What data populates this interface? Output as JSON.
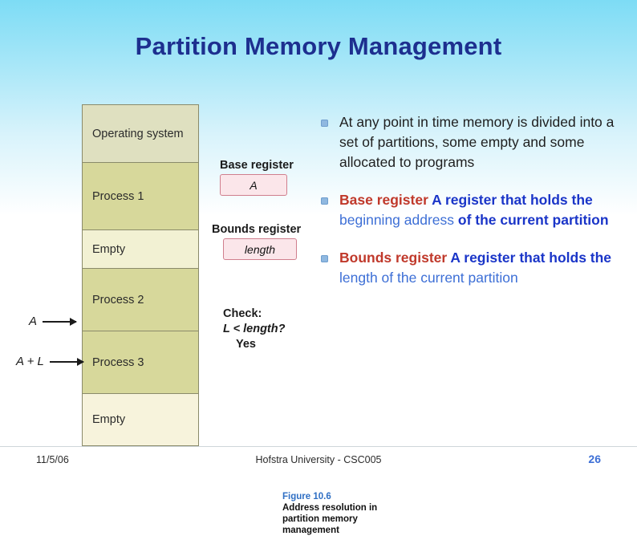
{
  "slide": {
    "title": "Partition Memory Management"
  },
  "figure": {
    "memory_blocks": [
      {
        "label": "Operating system",
        "color": "#dfe0c0",
        "height": 72
      },
      {
        "label": "Process 1",
        "color": "#d7d89b",
        "height": 84
      },
      {
        "label": "Empty",
        "color": "#f2f1d3",
        "height": 48
      },
      {
        "label": "Process 2",
        "color": "#d7d89b",
        "height": 78
      },
      {
        "label": "Process 3",
        "color": "#d7d89b",
        "height": 78
      },
      {
        "label": "Empty",
        "color": "#f7f3dc",
        "height": 64
      }
    ],
    "base_register": {
      "label": "Base register",
      "value": "A"
    },
    "bounds_register": {
      "label": "Bounds register",
      "value": "length"
    },
    "check": {
      "line1": "Check:",
      "line2": "L < length?",
      "line3": "Yes"
    },
    "pointers": [
      {
        "label": "A"
      },
      {
        "label": "A + L"
      }
    ],
    "caption": {
      "number": "Figure 10.6",
      "text": "Address resolution in partition memory management"
    }
  },
  "bullets": [
    {
      "segments": [
        {
          "text": "At any point in time memory is divided into a set of partitions, some empty and some allocated to programs",
          "style": "plain"
        }
      ]
    },
    {
      "segments": [
        {
          "text": "Base register",
          "style": "red"
        },
        {
          "text": "  A register that holds the ",
          "style": "blue"
        },
        {
          "text": "beginning address",
          "style": "light"
        },
        {
          "text": " of the current partition",
          "style": "blue"
        }
      ]
    },
    {
      "segments": [
        {
          "text": "Bounds register",
          "style": "red"
        },
        {
          "text": "  A register that holds the ",
          "style": "blue"
        },
        {
          "text": "length of the current partition",
          "style": "light"
        }
      ]
    }
  ],
  "footer": {
    "date": "11/5/06",
    "center": "Hofstra University - CSC005",
    "page": "26"
  },
  "colors": {
    "title": "#1d2f8f",
    "accent_blue": "#1a35c8",
    "accent_red": "#c0392b",
    "bullet_dot": "#8fb8e0"
  }
}
